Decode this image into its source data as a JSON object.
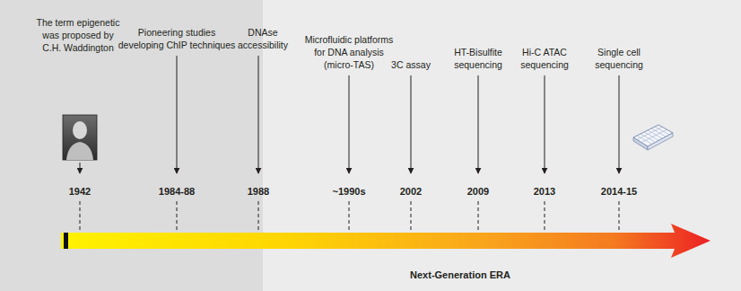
{
  "diagram": {
    "labels": [
      "The term epigenetic was proposed by C.H. Waddington",
      "1942",
      "Pioneering studies developing ChIP techniques",
      "1984-88",
      "DNAse accessibility",
      "1988",
      "Microfluidic platforms for DNA analysis (micro-TAS)",
      "~1990s",
      "3C assay",
      "2002",
      "HT-Bisulfite sequencing",
      "2009",
      "Hi-C ATAC sequencing",
      "2013",
      "Single cell sequencing",
      "2014-15",
      "Next-Generation ERA"
    ]
  }
}
